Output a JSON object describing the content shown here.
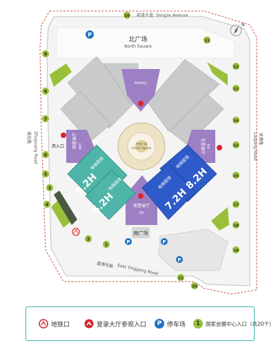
{
  "roads": {
    "north": "崧泽大道",
    "north_en": "Songze Avenue",
    "west": "诸光路",
    "west_en": "Zhuguang Road",
    "east": "涞港路",
    "east_en": "Laigang Road",
    "south": "盈港东路",
    "south_en": "East Yinggang Road"
  },
  "north_square": {
    "cn": "北广场",
    "en": "North Square"
  },
  "south_square": {
    "cn": "南广场"
  },
  "center": {
    "cn": "中央广场",
    "en": "Center Square"
  },
  "north_hall": "NH(N1)",
  "halls": {
    "west_hall": {
      "cn": "西登录厅",
      "en": "WH"
    },
    "east_hall": {
      "cn": "东登录厅",
      "en": "EH"
    },
    "south_hall": {
      "cn": "南登录厅",
      "en": "SH"
    },
    "hall_52": {
      "number": "5.2H",
      "cn": "电梯层馆"
    },
    "hall_62": {
      "number": "6.2H",
      "cn": "电梯层馆"
    },
    "hall_72": {
      "number": "7.2H",
      "cn": "电梯层馆"
    },
    "hall_82": {
      "number": "8.2H",
      "cn": "电梯层馆"
    }
  },
  "west_entrance": "西入口",
  "compass": "N",
  "entrances": [
    "1",
    "2",
    "3",
    "4",
    "5",
    "6",
    "7",
    "8",
    "9",
    "10",
    "11",
    "12",
    "13",
    "14",
    "15",
    "16",
    "17",
    "18",
    "19",
    "20",
    "21"
  ],
  "parking_label": "P",
  "legend": {
    "metro": "地铁口",
    "hall_entry": "登录大厅参观入口",
    "parking": "停车场",
    "center_entry": "国家会展中心入口（共20个）",
    "center_entry_icon": "1",
    "parking_icon": "P"
  },
  "colors": {
    "gray_hall": "#c9cacb",
    "teal_hall": "#4eb5a8",
    "blue_hall": "#2e5bc9",
    "purple": "#9d7fc4",
    "green": "#9ac03a",
    "road_red": "#d87a6e",
    "parking_blue": "#1f72c3"
  }
}
